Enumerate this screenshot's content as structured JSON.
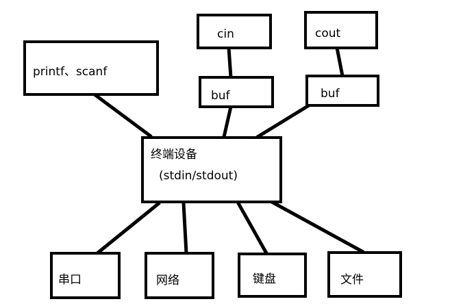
{
  "nodes": {
    "printf": {
      "label": "printf、scanf"
    },
    "cin": {
      "label": "cin"
    },
    "cout": {
      "label": "cout"
    },
    "buf_left": {
      "label": "buf"
    },
    "buf_right": {
      "label": "buf"
    },
    "terminal": {
      "label": "终端设备",
      "sublabel": "(stdin/stdout)"
    },
    "serial": {
      "label": "串口"
    },
    "network": {
      "label": "网络"
    },
    "keyboard": {
      "label": "键盘"
    },
    "file": {
      "label": "文件"
    }
  },
  "edges": [
    {
      "from": "printf",
      "to": "terminal"
    },
    {
      "from": "cin",
      "to": "buf_left"
    },
    {
      "from": "buf_left",
      "to": "terminal"
    },
    {
      "from": "cout",
      "to": "buf_right"
    },
    {
      "from": "buf_right",
      "to": "terminal"
    },
    {
      "from": "terminal",
      "to": "serial"
    },
    {
      "from": "terminal",
      "to": "network"
    },
    {
      "from": "terminal",
      "to": "keyboard"
    },
    {
      "from": "terminal",
      "to": "file"
    }
  ]
}
